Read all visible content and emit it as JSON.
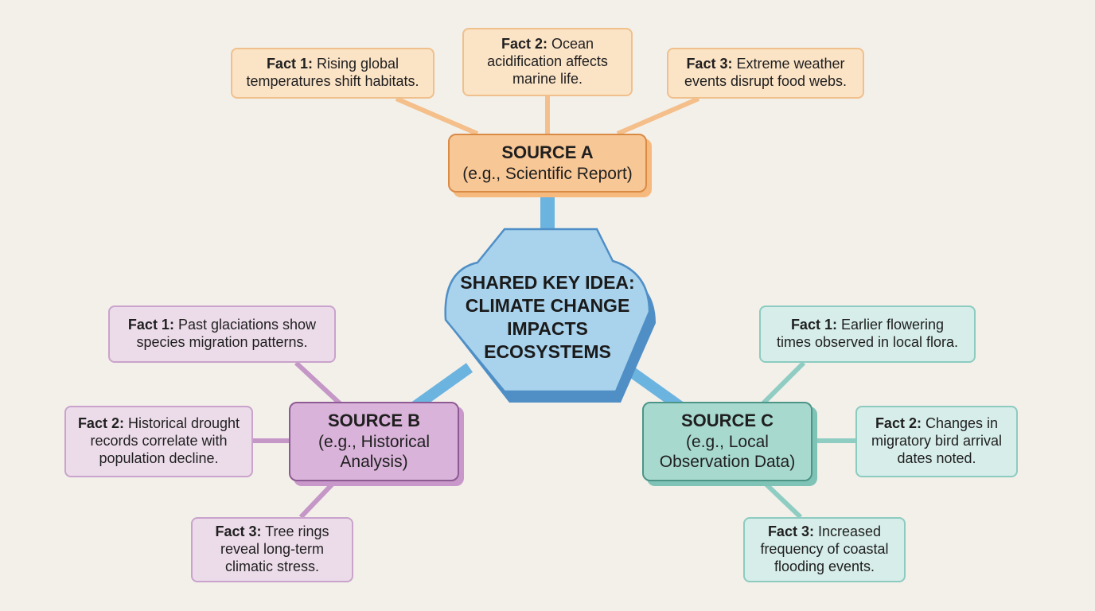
{
  "central": {
    "lines": [
      "SHARED KEY IDEA:",
      "CLIMATE CHANGE",
      "IMPACTS",
      "ECOSYSTEMS"
    ]
  },
  "sources": {
    "a": {
      "title": "SOURCE A",
      "subtitle": [
        "(e.g., Scientific Report)"
      ],
      "facts": [
        {
          "label": "Fact 1:",
          "lines": [
            "Rising global",
            "temperatures shift habitats."
          ]
        },
        {
          "label": "Fact 2:",
          "lines": [
            "Ocean",
            "acidification affects",
            "marine life."
          ]
        },
        {
          "label": "Fact 3:",
          "lines": [
            "Extreme weather",
            "events disrupt food webs."
          ]
        }
      ]
    },
    "b": {
      "title": "SOURCE B",
      "subtitle": [
        "(e.g., Historical",
        "Analysis)"
      ],
      "facts": [
        {
          "label": "Fact 1:",
          "lines": [
            "Past glaciations show",
            "species migration patterns."
          ]
        },
        {
          "label": "Fact 2:",
          "lines": [
            "Historical drought",
            "records correlate with",
            "population decline."
          ]
        },
        {
          "label": "Fact 3:",
          "lines": [
            "Tree rings",
            "reveal long-term",
            "climatic stress."
          ]
        }
      ]
    },
    "c": {
      "title": "SOURCE C",
      "subtitle": [
        "(e.g., Local",
        "Observation Data)"
      ],
      "facts": [
        {
          "label": "Fact 1:",
          "lines": [
            "Earlier flowering",
            "times observed in local flora."
          ]
        },
        {
          "label": "Fact 2:",
          "lines": [
            "Changes in",
            "migratory bird arrival",
            "dates noted."
          ]
        },
        {
          "label": "Fact 3:",
          "lines": [
            "Increased",
            "frequency of coastal",
            "flooding events."
          ]
        }
      ]
    }
  },
  "colors": {
    "central_fill": "#a9d2ec",
    "central_stroke": "#4f8fc6",
    "central_link": "#6cb4e0",
    "source_a": "#f8c796",
    "source_b": "#d9b3d9",
    "source_c": "#a8d9cf",
    "link_a": "#f4bf8a",
    "link_b": "#c597c7",
    "link_c": "#8fcdc3"
  }
}
